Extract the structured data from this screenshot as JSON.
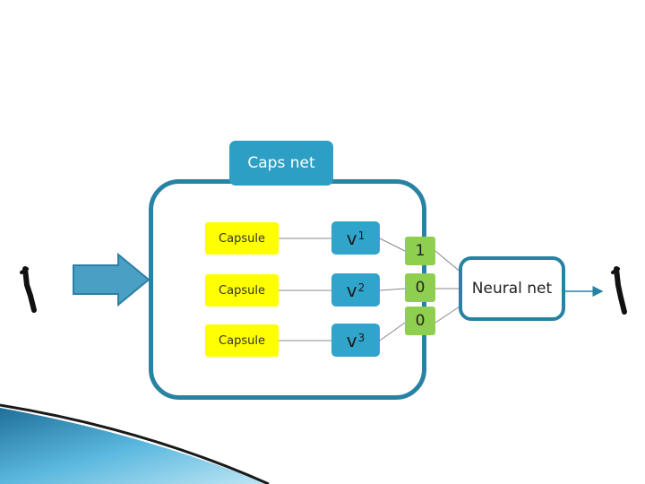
{
  "diagram": {
    "title": "Caps net",
    "capsules": [
      {
        "label": "Capsule"
      },
      {
        "label": "Capsule"
      },
      {
        "label": "Capsule"
      }
    ],
    "vectors": [
      {
        "base": "v",
        "sup": "1"
      },
      {
        "base": "v",
        "sup": "2"
      },
      {
        "base": "v",
        "sup": "3"
      }
    ],
    "outputs": [
      "1",
      "0",
      "0"
    ],
    "neural_net_label": "Neural net"
  },
  "colors": {
    "capsule_fill": "#ffff00",
    "vector_fill": "#31a4cb",
    "output_fill": "#8ecf4f",
    "frame_stroke": "#2782a3",
    "title_fill": "#2e9fc4",
    "arrow_fill": "#4a9fc4"
  }
}
